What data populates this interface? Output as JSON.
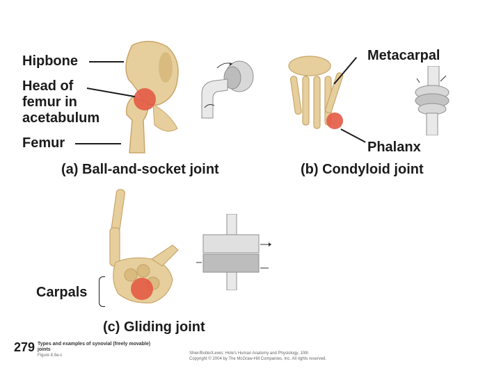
{
  "labels": {
    "hipbone": "Hipbone",
    "head_of_femur_line1": "Head of",
    "head_of_femur_line2": "femur in",
    "head_of_femur_line3": "acetabulum",
    "femur": "Femur",
    "metacarpal": "Metacarpal",
    "phalanx": "Phalanx",
    "carpals": "Carpals"
  },
  "captions": {
    "a": "(a) Ball-and-socket joint",
    "b": "(b) Condyloid joint",
    "c": "(c) Gliding joint"
  },
  "footer": {
    "slide_number": "279",
    "title_line1": "Types and examples of synovial (freely movable)",
    "title_line2": "joints",
    "figure_ref": "Figure 8.9a-c",
    "credit_line1": "Shier/Butler/Lewis: Hole's Human Anatomy and Physiology, 10th",
    "credit_line2": "Copyright © 2004 by The McGraw-Hill Companies, Inc. All rights reserved."
  },
  "colors": {
    "bone": "#e6cf9c",
    "bone_shadow": "#c9a56a",
    "joint_highlight": "#e35a45",
    "model_gray": "#c9c9c9",
    "text": "#1b1b1b"
  }
}
